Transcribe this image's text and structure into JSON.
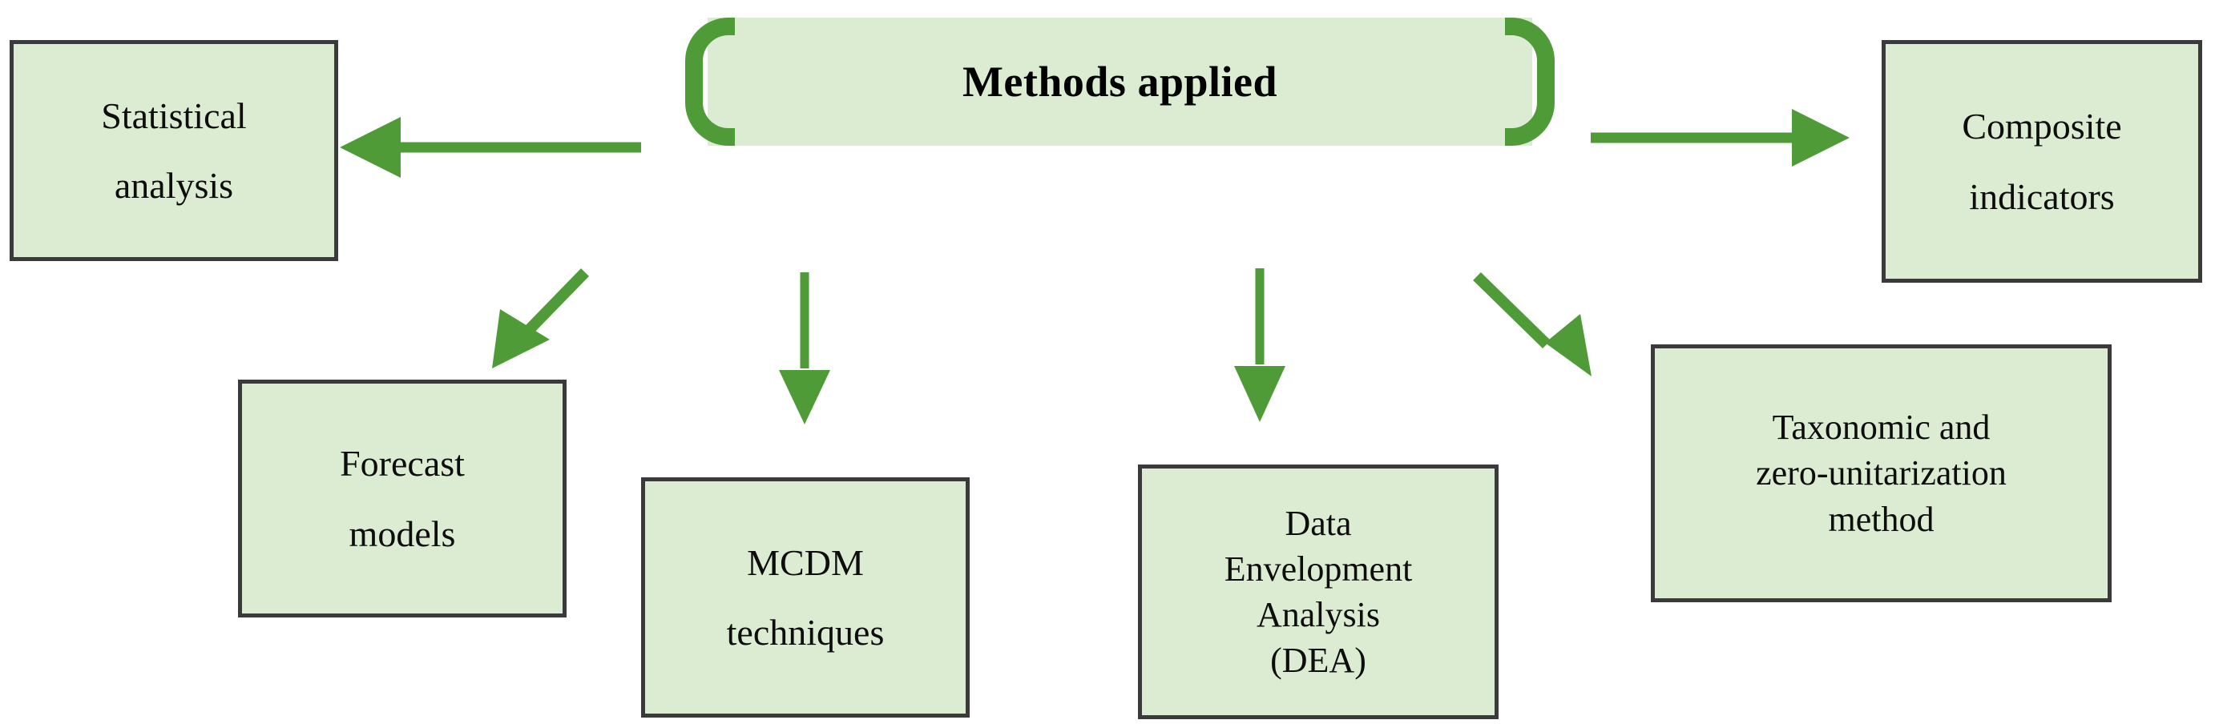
{
  "diagram": {
    "title": "Methods applied",
    "hub": {
      "label": "Methods applied",
      "fill_color": "#dcecd2",
      "bracket_color": "#4f9b38"
    },
    "palette": {
      "box_fill": "#dcecd2",
      "box_border": "#3a3a3a",
      "arrow_green": "#4f9b38",
      "text": "#0d0d0d",
      "background": "#ffffff"
    },
    "nodes": [
      {
        "id": "statistical-analysis",
        "lines": [
          "Statistical",
          "analysis"
        ],
        "arrow_direction": "left"
      },
      {
        "id": "composite-indicators",
        "lines": [
          "Composite",
          "indicators"
        ],
        "arrow_direction": "right"
      },
      {
        "id": "forecast-models",
        "lines": [
          "Forecast",
          "models"
        ],
        "arrow_direction": "down-left"
      },
      {
        "id": "mcdm-techniques",
        "lines": [
          "MCDM",
          "techniques"
        ],
        "arrow_direction": "down"
      },
      {
        "id": "data-envelopment-analysis",
        "lines": [
          "Data",
          "Envelopment",
          "Analysis",
          "(DEA)"
        ],
        "arrow_direction": "down"
      },
      {
        "id": "taxonomic-zero-unitarization",
        "lines": [
          "Taxonomic and",
          "zero-unitarization",
          "method"
        ],
        "arrow_direction": "down-right"
      }
    ],
    "arrows": [
      {
        "name": "arrow-to-statistical-analysis",
        "from": "hub",
        "to": "statistical-analysis"
      },
      {
        "name": "arrow-to-composite-indicators",
        "from": "hub",
        "to": "composite-indicators"
      },
      {
        "name": "arrow-to-forecast-models",
        "from": "hub",
        "to": "forecast-models"
      },
      {
        "name": "arrow-to-mcdm-techniques",
        "from": "hub",
        "to": "mcdm-techniques"
      },
      {
        "name": "arrow-to-dea",
        "from": "hub",
        "to": "data-envelopment-analysis"
      },
      {
        "name": "arrow-to-taxonomic",
        "from": "hub",
        "to": "taxonomic-zero-unitarization"
      }
    ]
  }
}
